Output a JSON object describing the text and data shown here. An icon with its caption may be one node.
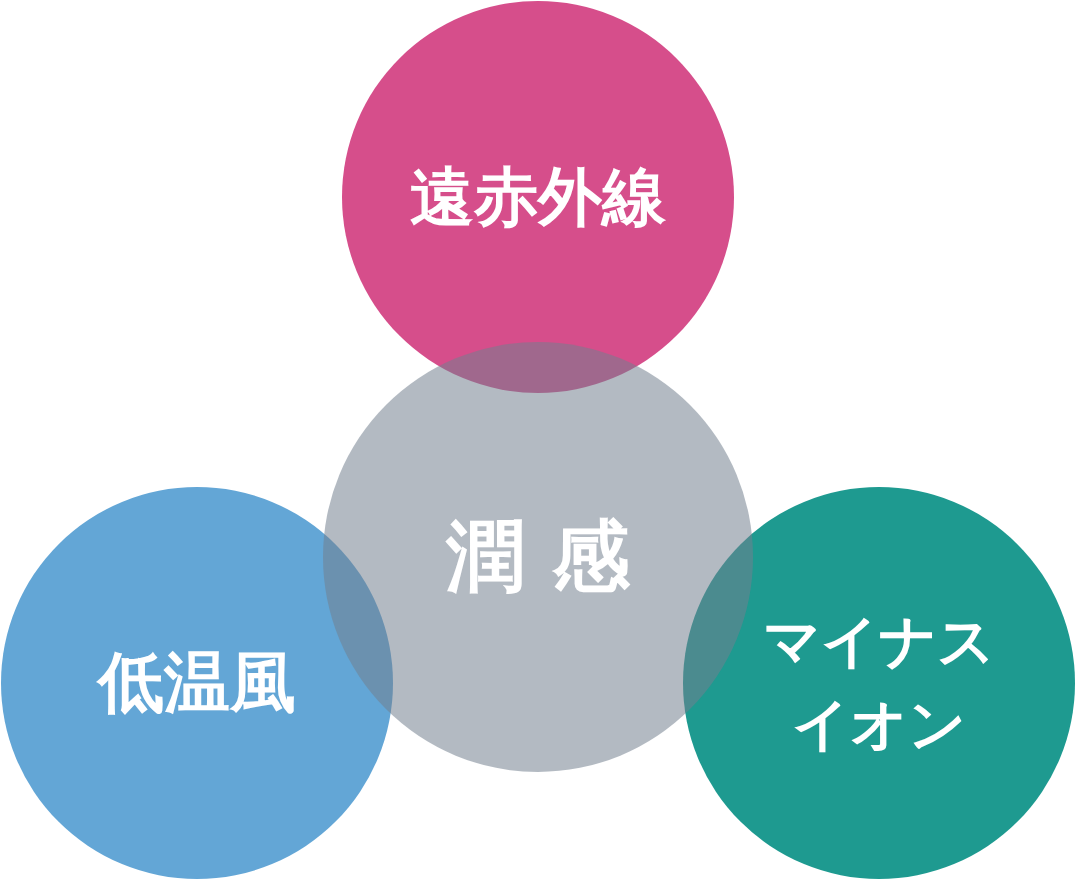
{
  "diagram": {
    "nodes": [
      {
        "text": [
          "遠赤外線"
        ]
      },
      {
        "text": [
          "潤 感"
        ]
      },
      {
        "text": [
          "低温風"
        ]
      },
      {
        "text": [
          "マイナスイオン"
        ]
      }
    ]
  }
}
